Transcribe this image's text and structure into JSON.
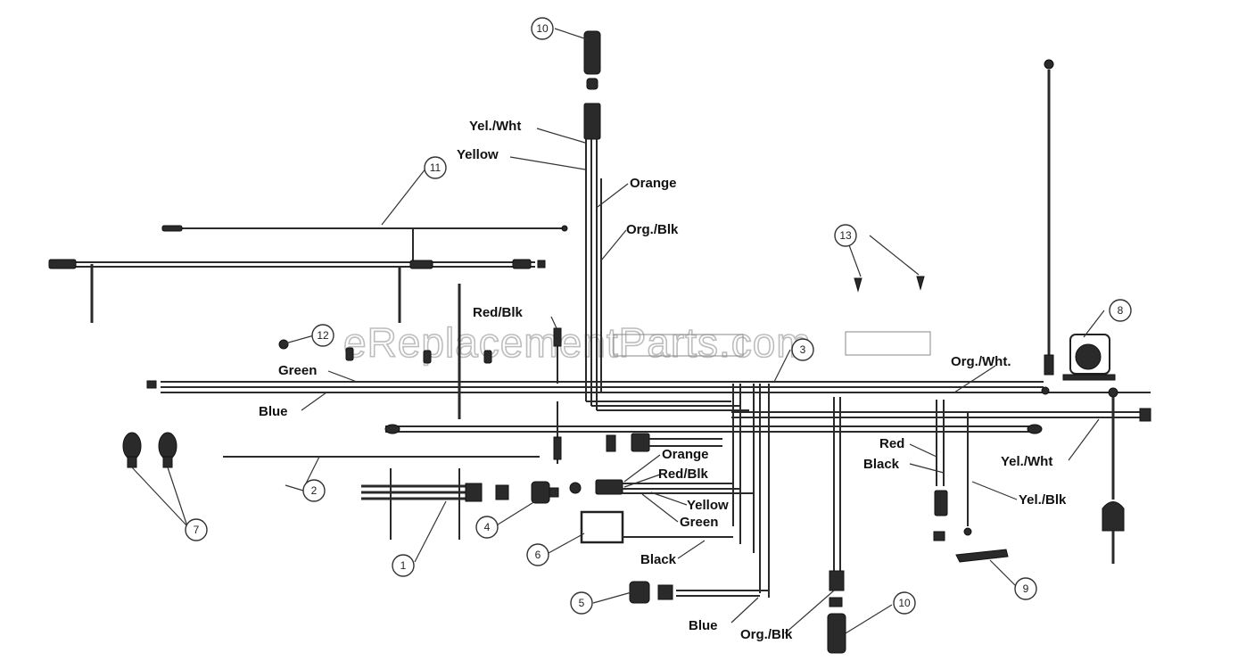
{
  "watermark": "eReplacementParts.com",
  "wire_labels": {
    "yel_wht_top": "Yel./Wht",
    "yellow_top": "Yellow",
    "orange_top": "Orange",
    "org_blk_top": "Org./Blk",
    "red_blk_top": "Red/Blk",
    "green_left": "Green",
    "blue_left": "Blue",
    "org_wht_right": "Org./Wht.",
    "orange_mid": "Orange",
    "red_blk_mid": "Red/Blk",
    "yellow_mid": "Yellow",
    "green_mid": "Green",
    "black_mid": "Black",
    "red_right": "Red",
    "black_right": "Black",
    "yel_wht_right": "Yel./Wht",
    "yel_blk_right": "Yel./Blk",
    "blue_bottom": "Blue",
    "org_blk_bottom": "Org./Blk"
  },
  "callouts": {
    "c1": "1",
    "c2": "2",
    "c3": "3",
    "c4": "4",
    "c5": "5",
    "c6": "6",
    "c7": "7",
    "c8": "8",
    "c9": "9",
    "c10_top": "10",
    "c10_bottom": "10",
    "c11": "11",
    "c12": "12",
    "c13": "13"
  },
  "colors": {
    "ink": "#2a2a2a",
    "paper": "#ffffff",
    "watermark": "#bdbdbd"
  }
}
